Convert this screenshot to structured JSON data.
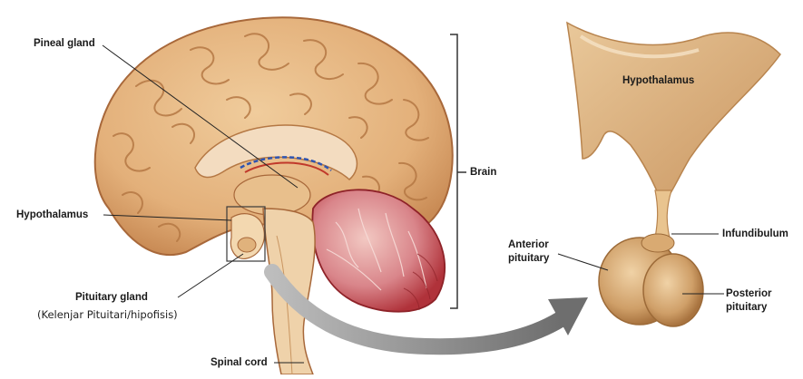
{
  "labels": {
    "pineal_gland": "Pineal gland",
    "hypothalamus_left": "Hypothalamus",
    "pituitary_gland": "Pituitary gland",
    "pituitary_note": "(Kelenjar Pituitari/hipofisis)",
    "spinal_cord": "Spinal cord",
    "brain": "Brain",
    "hypothalamus_right": "Hypothalamus",
    "infundibulum": "Infundibulum",
    "anterior_pituitary_line1": "Anterior",
    "anterior_pituitary_line2": "pituitary",
    "posterior_pituitary_line1": "Posterior",
    "posterior_pituitary_line2": "pituitary"
  },
  "colors": {
    "brain_tissue": "#e3b07a",
    "brain_outline": "#a8683a",
    "cerebellum": "#c9555a",
    "arrow": "#8a8a8a",
    "label_text": "#1a1a1a"
  }
}
